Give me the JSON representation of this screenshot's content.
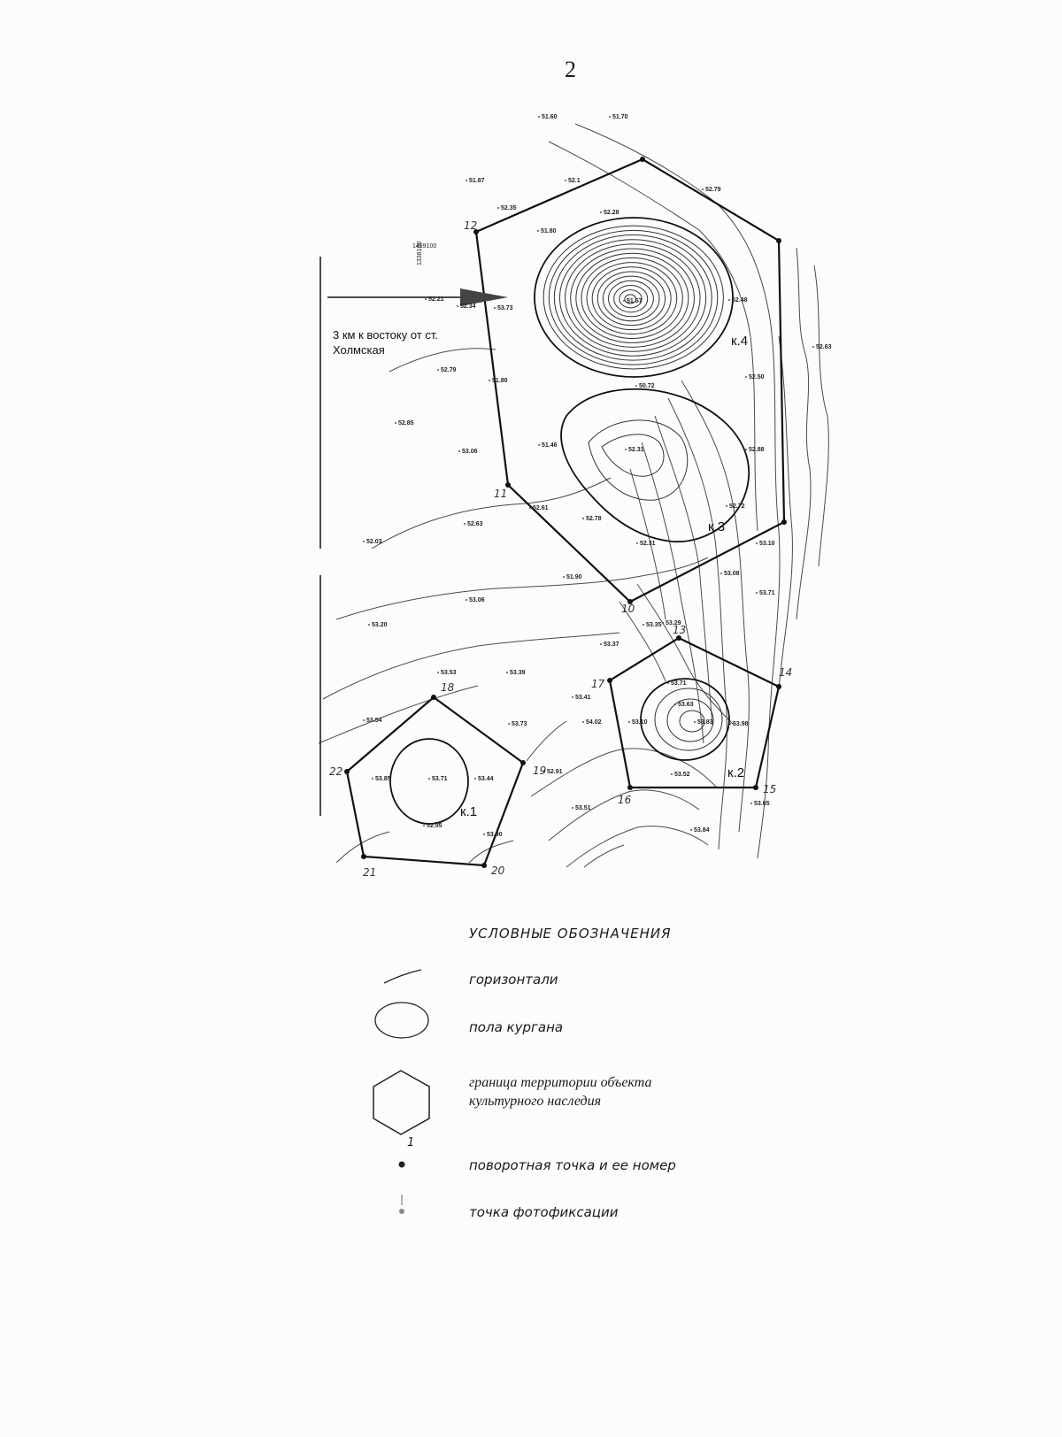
{
  "page_number": "2",
  "location_label": [
    "3 км к востоку от ст.",
    "Холмская"
  ],
  "coordinates": [
    "1338100",
    "1459100"
  ],
  "mounds": [
    {
      "id": "k4",
      "label": "к.4"
    },
    {
      "id": "k3",
      "label": "к.3"
    },
    {
      "id": "k2",
      "label": "к.2"
    },
    {
      "id": "k1",
      "label": "к.1"
    }
  ],
  "turning_points": [
    {
      "n": "12"
    },
    {
      "n": "11"
    },
    {
      "n": "10"
    },
    {
      "n": "13"
    },
    {
      "n": "14"
    },
    {
      "n": "15"
    },
    {
      "n": "16"
    },
    {
      "n": "17"
    },
    {
      "n": "18"
    },
    {
      "n": "19"
    },
    {
      "n": "20"
    },
    {
      "n": "21"
    },
    {
      "n": "22"
    }
  ],
  "elevations": [
    "51.60",
    "51.70",
    "51.87",
    "52.1",
    "52.35",
    "52.28",
    "51.80",
    "52.79",
    "52.21",
    "52.34",
    "53.73",
    "51.57",
    "52.48",
    "52.79",
    "51.80",
    "50.72",
    "52.50",
    "52.63",
    "52.85",
    "53.06",
    "51.46",
    "52.31",
    "52.88",
    "52.61",
    "52.63",
    "52.03",
    "52.78",
    "52.72",
    "52.31",
    "53.10",
    "53.08",
    "51.90",
    "53.06",
    "53.71",
    "53.20",
    "53.35",
    "53.29",
    "53.37",
    "53.39",
    "53.53",
    "53.54",
    "53.41",
    "53.73",
    "53.71",
    "53.63",
    "54.02",
    "53.10",
    "53.83",
    "53.98",
    "53.85",
    "53.71",
    "53.44",
    "52.91",
    "53.52",
    "53.65",
    "53.51",
    "52.95",
    "53.90",
    "53.84"
  ],
  "legend": {
    "title": "УСЛОВНЫЕ ОБОЗНАЧЕНИЯ",
    "items": [
      {
        "symbol": "contour-line",
        "label": "горизонтали"
      },
      {
        "symbol": "ellipse",
        "label": "пола кургана"
      },
      {
        "symbol": "hexagon",
        "label": "граница территории объекта культурного наследия"
      },
      {
        "symbol": "dot",
        "label": "поворотная точка и ее номер",
        "sample_number": "1"
      },
      {
        "symbol": "photo-point",
        "label": "точка фотофиксации"
      }
    ]
  },
  "colors": {
    "line": "#111111",
    "contour": "#4a4a4a",
    "paper": "#fbfcfd",
    "arrow": "#444444"
  }
}
